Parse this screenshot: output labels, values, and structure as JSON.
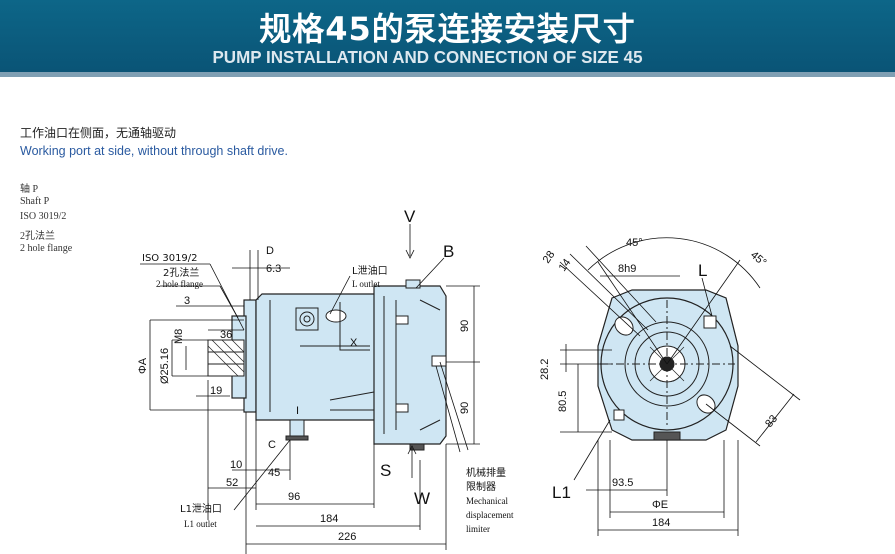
{
  "header": {
    "title_cn": "规格45的泵连接安装尺寸",
    "title_en": "PUMP INSTALLATION AND CONNECTION OF SIZE 45"
  },
  "description": {
    "cn": "工作油口在侧面，无通轴驱动",
    "en": "Working port at side, without through shaft drive."
  },
  "shaft_spec": [
    "轴 P",
    "Shaft P",
    "ISO 3019/2",
    "2孔法兰",
    "2 hole flange"
  ],
  "drawing_side": {
    "iso_label": "ISO 3019/2",
    "flange_cn": "2孔法兰",
    "flange_en": "2 hole flange",
    "l_outlet_cn": "L泄油口",
    "l_outlet_en": "L outlet",
    "l1_outlet_cn": "L1泄油口",
    "l1_outlet_en": "L1 outlet",
    "limiter_cn_1": "机械排量",
    "limiter_cn_2": "限制器",
    "limiter_en_1": "Mechanical",
    "limiter_en_2": "displacement",
    "limiter_en_3": "limiter",
    "letters": {
      "V": "V",
      "B": "B",
      "X": "X",
      "S": "S",
      "W": "W",
      "C": "C",
      "D": "D",
      "I": "I"
    },
    "dims": {
      "d63": "6.3",
      "d3": "3",
      "d36": "36",
      "dM8": "M8",
      "d25": "Ø25.16",
      "dA": "ΦA",
      "d19": "19",
      "d10": "10",
      "d45": "45",
      "d52": "52",
      "d96": "96",
      "d184": "184",
      "d226": "226",
      "d90a": "90",
      "d90b": "90"
    }
  },
  "drawing_front": {
    "L": "L",
    "L1": "L1",
    "d45deg": "45°",
    "d45deg2": "45°",
    "d8h9": "8h9",
    "d28": "28",
    "d14": "14",
    "d28b": "28.2",
    "d80": "80.5",
    "d83": "83",
    "d935": "93.5",
    "dE": "ΦE",
    "d184": "184"
  }
}
